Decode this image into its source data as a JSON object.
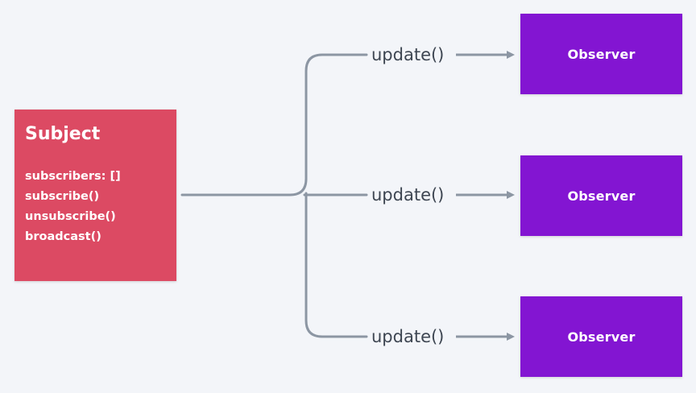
{
  "subject": {
    "title": "Subject",
    "members": [
      "subscribers: []",
      "subscribe()",
      "unsubscribe()",
      "broadcast()"
    ]
  },
  "connectors": [
    {
      "label": "update()"
    },
    {
      "label": "update()"
    },
    {
      "label": "update()"
    }
  ],
  "observers": [
    {
      "label": "Observer"
    },
    {
      "label": "Observer"
    },
    {
      "label": "Observer"
    }
  ],
  "colors": {
    "background": "#f3f5f9",
    "subject": "#dc4a63",
    "observer": "#8315d2",
    "connector": "#8c96a3",
    "label_text": "#3e4652"
  }
}
